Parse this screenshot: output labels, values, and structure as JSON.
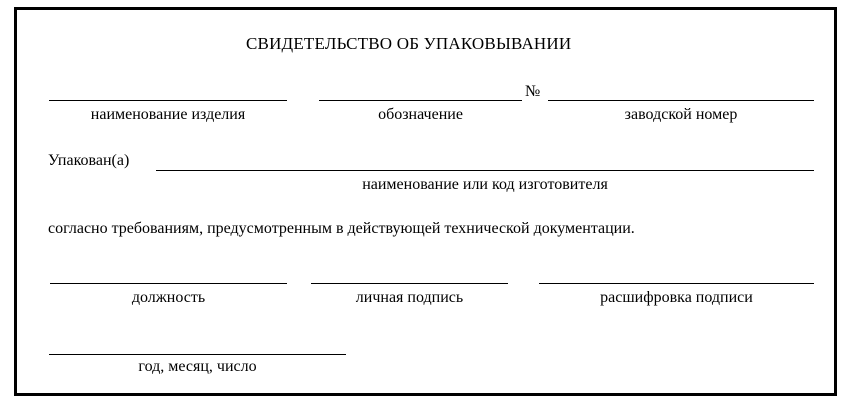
{
  "form": {
    "title": "СВИДЕТЕЛЬСТВО ОБ УПАКОВЫВАНИИ",
    "row1": {
      "number_sign": "№",
      "label_product": "наименование изделия",
      "label_designation": "обозначение",
      "label_serial": "заводской номер"
    },
    "row2": {
      "packed_by": "Упакован(а)",
      "label_manufacturer": "наименование или код изготовителя"
    },
    "statement": "согласно требованиям, предусмотренным в действующей технической документации.",
    "row3": {
      "label_position": "должность",
      "label_signature": "личная подпись",
      "label_signature_decode": "расшифровка подписи"
    },
    "row4": {
      "label_date": "год, месяц, число"
    }
  }
}
